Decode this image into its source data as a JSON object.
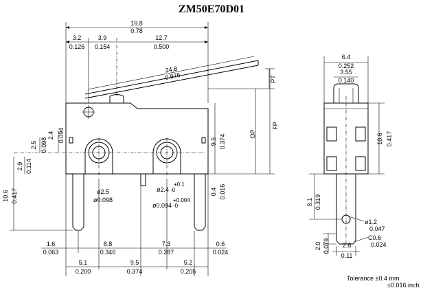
{
  "title": "ZM50E70D01",
  "top_dims": {
    "overall_mm": "19.8",
    "overall_in": "0.78",
    "d1_mm": "3.2",
    "d1_in": "0.126",
    "d2_mm": "3.9",
    "d2_in": "0.154",
    "d3_mm": "12.7",
    "d3_in": "0.500"
  },
  "lever": {
    "len_mm": "24.8",
    "len_in": "0.976"
  },
  "markers": {
    "pt": "PT",
    "op": "OP",
    "fp": "FP"
  },
  "left_dims": {
    "h1_mm": "2.5",
    "h1_in": "0.098",
    "h2_mm": "2.4",
    "h2_in": "0.094",
    "h3_mm": "2.9",
    "h3_in": "0.114",
    "h4_mm": "10.6",
    "h4_in": "0.417"
  },
  "mid_dims": {
    "h5_mm": "9.5",
    "h5_in": "0.374",
    "h6_mm": "0.4",
    "h6_in": "0.016"
  },
  "holes": {
    "hole1_mm": "ø2.5",
    "hole1_in": "ø0.098",
    "hole2_mm": "ø2.4",
    "hole2_tol_plus": "+0.1",
    "hole2_tol_minus": "-0",
    "hole2_in": "ø0.094",
    "hole2_in_tol_plus": "+0.004",
    "hole2_in_tol_minus": "-0"
  },
  "bottom_dims": {
    "b1_mm": "1.6",
    "b1_in": "0.063",
    "b2_mm": "8.8",
    "b2_in": "0.346",
    "b3_mm": "7.3",
    "b3_in": "0.287",
    "b4_mm": "0.6",
    "b4_in": "0.024",
    "c1_mm": "5.1",
    "c1_in": "0.200",
    "c2_mm": "9.5",
    "c2_in": "0.374",
    "c3_mm": "5.2",
    "c3_in": "0.205"
  },
  "side_dims": {
    "w_mm": "6.4",
    "w_in": "0.252",
    "w2_mm": "3.55",
    "w2_in": "0.140",
    "h_mm": "10.6",
    "h_in": "0.417",
    "t_mm": "8.1",
    "t_in": "0.319",
    "hole_mm": "ø1.2",
    "hole_in": "0.047",
    "ch_mm": "C0.6",
    "ch_in": "0.024",
    "b_mm": "2.0",
    "b_in": "0.079",
    "tw_mm": "2.8",
    "tw_in": "0.11"
  },
  "tolerance": {
    "line1": "Tolerance ±0.4 mm",
    "line2": "±0.016 inch"
  }
}
